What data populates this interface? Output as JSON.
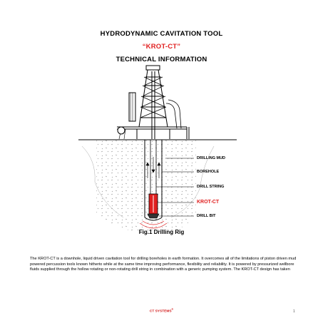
{
  "header": {
    "title": "HYDRODYNAMIC CAVITATION TOOL",
    "subtitle": "“KROT-CT”",
    "section": "TECHNICAL INFORMATION"
  },
  "figure": {
    "labels": {
      "drilling_mud": "DRILLING MUD",
      "borehole": "BOREHOLE",
      "drill_string": "DRILL STRING",
      "tool": "KROT-CT",
      "drill_bit": "DRILL BIT"
    },
    "caption": "Fig.1  Drilling Rig"
  },
  "body_text": "The KROT-CT is a downhole, liquid driven cavitation tool for drilling boreholes in earth formation. It overcomes all of the limitations of piston driven mud powered percussion tools known hitherto while at the same time improving performance, flexibility and reliability. It is powered by pressurized wellbore fluids supplied through the hollow rotating or non-rotating drill string in combination with a generic pumping system. The KROT-CT design has taken",
  "footer": {
    "company": "CT SYSTEMS",
    "mark": "®",
    "page": "1"
  },
  "colors": {
    "accent": "#e02020",
    "ink": "#000000"
  }
}
